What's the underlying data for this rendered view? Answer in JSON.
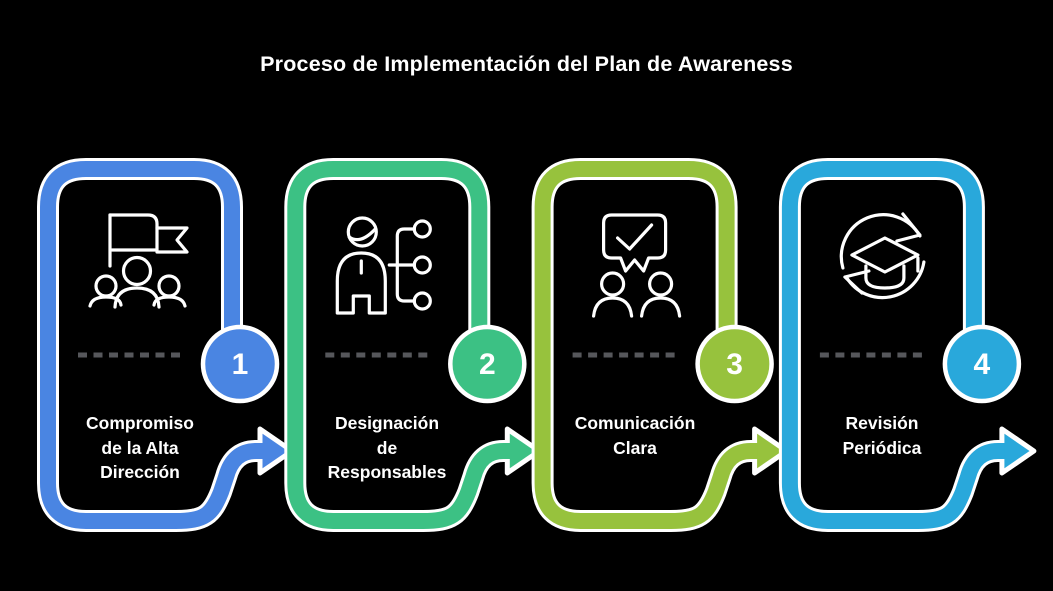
{
  "title": "Proceso de Implementación del Plan de Awareness",
  "background_color": "#000000",
  "text_color": "#ffffff",
  "dash_color": "#56575b",
  "steps": [
    {
      "number": "1",
      "label": "Compromiso\nde la Alta\nDirección",
      "color": "#4a85e2",
      "icon": "team-flag-icon"
    },
    {
      "number": "2",
      "label": "Designación\nde\nResponsables",
      "color": "#3cc184",
      "icon": "person-orgchart-icon"
    },
    {
      "number": "3",
      "label": "Comunicación\nClara",
      "color": "#97c23d",
      "icon": "speech-bubble-check-icon"
    },
    {
      "number": "4",
      "label": "Revisión\nPeriódica",
      "color": "#29a8db",
      "icon": "cycle-refresh-graduation-icon"
    }
  ]
}
